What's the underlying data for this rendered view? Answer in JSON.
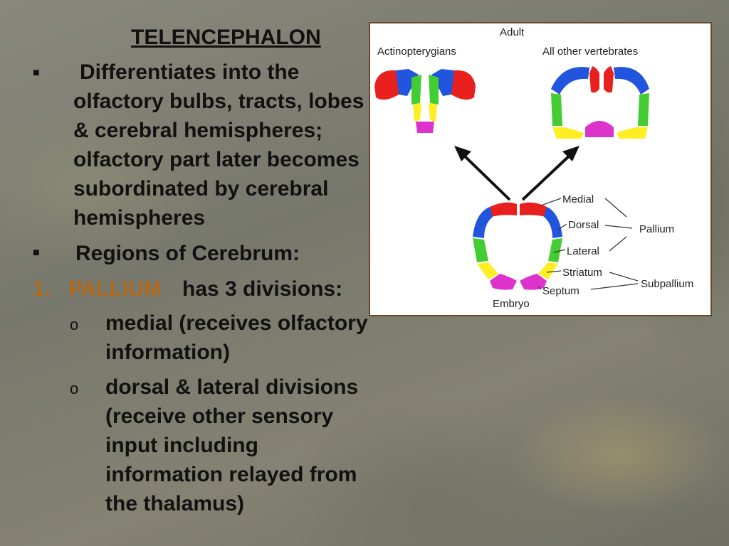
{
  "slide": {
    "title": "TELENCEPHALON",
    "bullet1_lines": [
      "Differentiates into the",
      "olfactory bulbs, tracts, lobes",
      "& cerebral hemispheres;",
      "olfactory part later becomes",
      "subordinated by cerebral",
      "hemispheres"
    ],
    "bullet2": "Regions of Cerebrum:",
    "item1_number": "1.",
    "item1_term": "PALLIUM",
    "item1_rest": "has 3 divisions:",
    "sub1_lines": [
      "medial (receives olfactory",
      "information)"
    ],
    "sub2_lines": [
      "dorsal & lateral divisions",
      "(receive other sensory",
      "input including",
      "information relayed from",
      "the thalamus)"
    ],
    "colors": {
      "term": "#b06a1e",
      "text": "#111111",
      "border": "#6b4a2a"
    }
  },
  "diagram": {
    "adult": "Adult",
    "left_group": "Actinopterygians",
    "right_group": "All other vertebrates",
    "embryo": "Embryo",
    "labels": {
      "medial": "Medial",
      "dorsal": "Dorsal",
      "lateral": "Lateral",
      "striatum": "Striatum",
      "septum": "Septum",
      "pallium": "Pallium",
      "subpallium": "Subpallium"
    },
    "region_colors": {
      "medial": "#e8211e",
      "dorsal": "#2255dd",
      "lateral": "#44cc33",
      "striatum": "#ffee22",
      "septum": "#dd33cc"
    }
  }
}
